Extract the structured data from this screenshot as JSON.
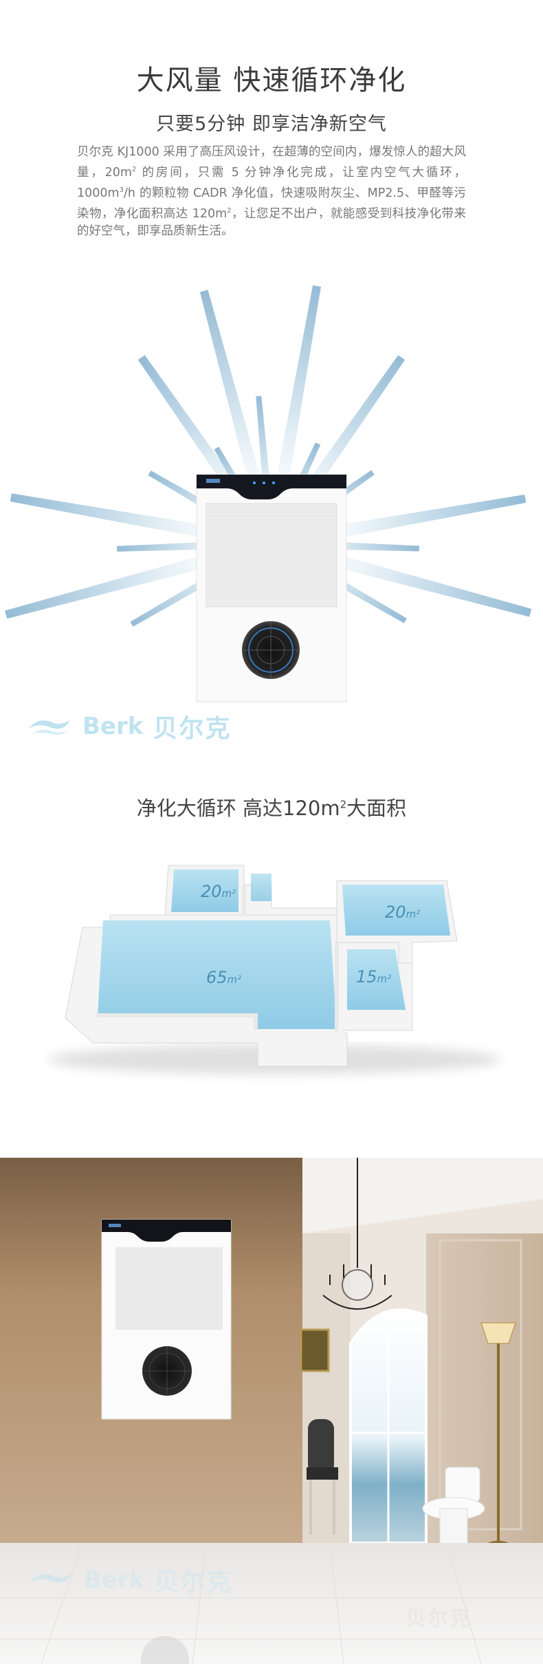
{
  "header": {
    "title": "大风量 快速循环净化",
    "subtitle": "只要5分钟  即享洁净新空气"
  },
  "description": {
    "part1": "贝尔克 KJ1000 采用了高压风设计，在超薄的空间内，爆发惊人的超大风量，20m",
    "sup1": "2",
    "part2": " 的房间，只需 5 分钟净化完成，让室内空气大循环，1000m",
    "sup2": "3",
    "part3": "/h 的颗粒物 CADR 净化值，快速吸附灰尘、MP2.5、甲醛等污染物，净化面积高达 120m",
    "sup3": "2",
    "part4": "，让您足不出户，就能感受到科技净化带来的好空气，即享品质新生活。"
  },
  "brand": {
    "name_en": "Berk",
    "name_cn": "贝尔克",
    "name_cn_small": "贝尔克",
    "accent": "#bfe3ef"
  },
  "floorplan": {
    "title_main": "净化大循环 高达120m",
    "title_sup": "2",
    "title_tail": "大面积",
    "rooms": [
      {
        "value": "20",
        "unit": "m²"
      },
      {
        "value": "20",
        "unit": "m²"
      },
      {
        "value": "65",
        "unit": "m²"
      },
      {
        "value": "15",
        "unit": "m²"
      }
    ]
  },
  "colors": {
    "water": "#9ed3ea",
    "wall": "#f2f2f2",
    "arrow": "#a9cbe0",
    "arrow_edge": "#3f8ed0"
  }
}
